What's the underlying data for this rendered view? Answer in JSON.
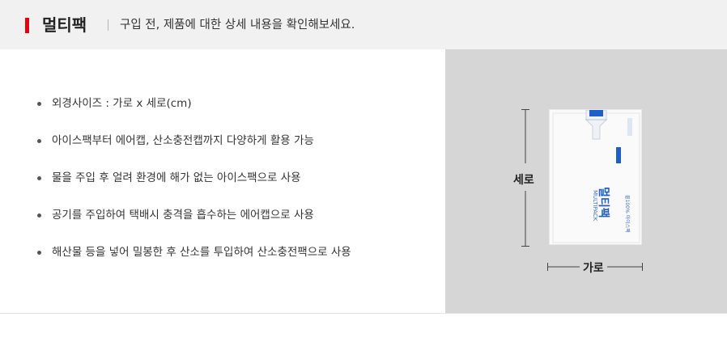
{
  "header": {
    "title": "멀티팩",
    "subtitle": "구입 전, 제품에 대한 상세 내용을 확인해보세요."
  },
  "features": [
    "외경사이즈 : 가로 x 세로(cm)",
    "아이스팩부터 에어캡, 산소충전캡까지 다양하게 활용 가능",
    "물을 주입 후 얼려 환경에 해가 없는 아이스팩으로 사용",
    "공기를 주입하여 택배시 충격을 흡수하는 에어캡으로 사용",
    "해산물 등을 넣어 밀봉한 후 산소를 투입하여 산소충전팩으로 사용"
  ],
  "diagram": {
    "height_label": "세로",
    "width_label": "가로",
    "product_brand": "멀티팩",
    "product_sub": "MULTIPACK",
    "product_side_text": "물100% 아이스팩"
  },
  "colors": {
    "accent": "#e60012",
    "header_bg": "#f1f1f1",
    "panel_bg": "#d6d6d6",
    "brand_blue": "#1e5ec8"
  }
}
